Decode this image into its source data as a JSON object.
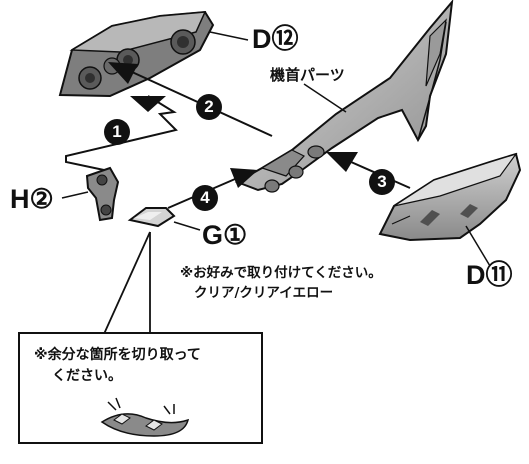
{
  "parts": {
    "d12_label": "D⑫",
    "h2_label": "H②",
    "g1_label": "G①",
    "d11_label": "D⑪"
  },
  "nose_part_name": "機首パーツ",
  "steps": [
    "1",
    "2",
    "3",
    "4"
  ],
  "g1_note": {
    "line1": "※お好みで取り付けてください。",
    "line2": "クリア/クリアイエロー"
  },
  "callout": {
    "line1": "※余分な箇所を切り取って",
    "line2": "ください。"
  },
  "colors": {
    "part_fill": "#8a8a8a",
    "part_dark": "#5a5a5a",
    "part_light": "#c4c4c4",
    "ink": "#111111"
  }
}
